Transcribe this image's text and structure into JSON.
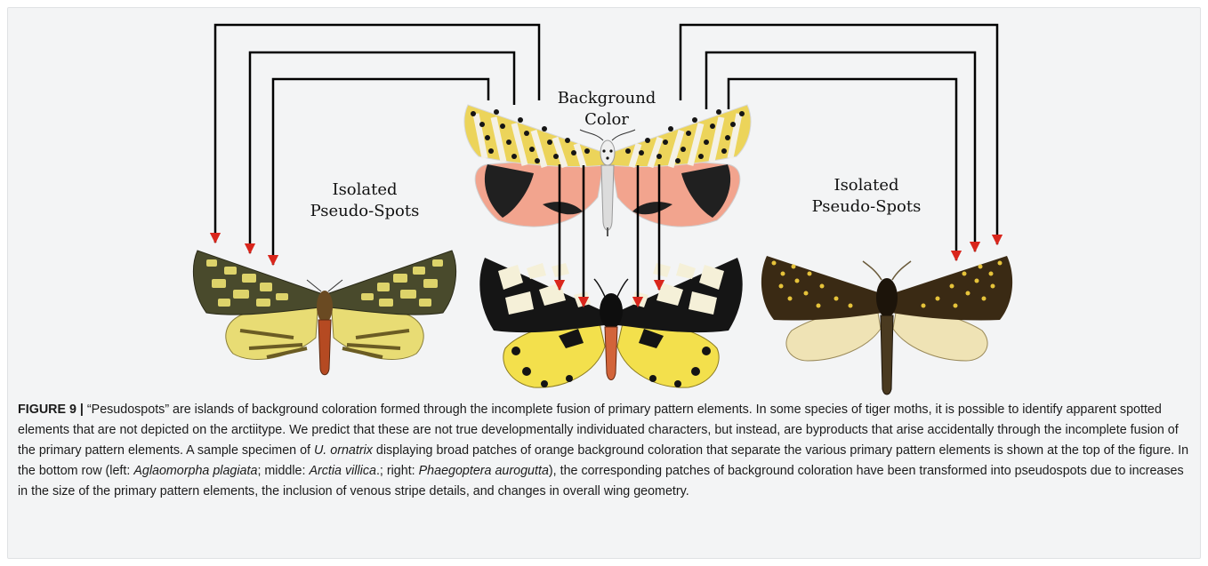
{
  "labels": {
    "background_color_line1": "Background",
    "background_color_line2": "Color",
    "left_isolated_line1": "Isolated",
    "left_isolated_line2": "Pseudo-Spots",
    "right_isolated_line1": "Isolated",
    "right_isolated_line2": "Pseudo-Spots"
  },
  "caption": {
    "figure_label": "FIGURE 9 |",
    "part1": " “Pesudospots” are islands of background coloration formed through the incomplete fusion of primary pattern elements. In some species of tiger moths, it is possible to identify apparent spotted elements that are not depicted on the arctiitype. We predict that these are not true developmentally individuated characters, but instead, are byproducts that arise accidentally through the incomplete fusion of the primary pattern elements. A sample specimen of ",
    "species_top": "U. ornatrix",
    "part2": " displaying broad patches of orange background coloration that separate the various primary pattern elements is shown at the top of the figure. In the bottom row (left: ",
    "species_left": "Aglaomorpha plagiata",
    "part3": "; middle: ",
    "species_middle": "Arctia villica",
    "part4": ".; right: ",
    "species_right": "Phaegoptera aurogutta",
    "part5": "), the corresponding patches of background coloration have been transformed into pseudospots due to increases in the size of the primary pattern elements, the inclusion of venous stripe details, and changes in overall wing geometry."
  },
  "colors": {
    "arrow_line": "#000000",
    "arrow_head": "#d9261c",
    "panel_bg": "#f3f4f5"
  },
  "icons": [
    "moth-ornatrix-image",
    "moth-aglaomorpha-image",
    "moth-arctia-image",
    "moth-phaegoptera-image"
  ]
}
